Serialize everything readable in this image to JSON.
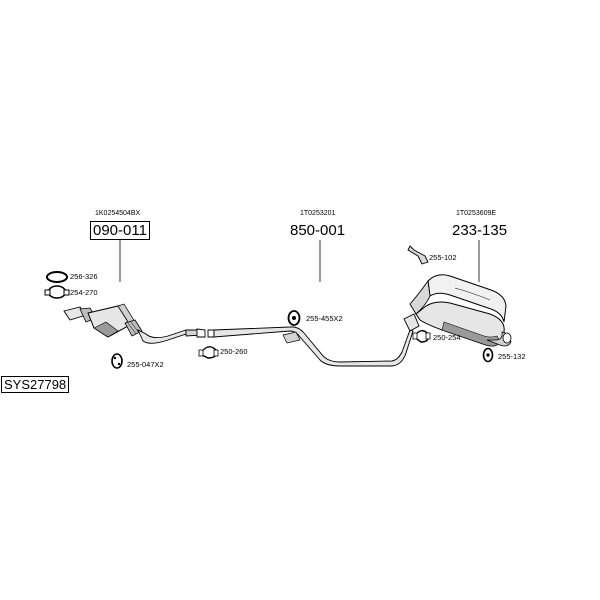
{
  "system_id": "SYS27798",
  "main_parts": [
    {
      "oe_ref": "1K0254504BX",
      "code": "090-011",
      "boxed": true
    },
    {
      "oe_ref": "1T0253201",
      "code": "850-001",
      "boxed": false
    },
    {
      "oe_ref": "1T0253609E",
      "code": "233-135",
      "boxed": false
    }
  ],
  "accessory_parts": {
    "gasket": "256-326",
    "clamp_front": "254-270",
    "mount_front": "255-047X2",
    "clamp_center": "250-260",
    "mount_center": "255-455X2",
    "bracket": "255-102",
    "clamp_rear": "250-254",
    "mount_rear": "255-132"
  },
  "colors": {
    "line": "#000000",
    "part_fill": "#e6e6e6",
    "part_shade": "#9a9a9a"
  }
}
